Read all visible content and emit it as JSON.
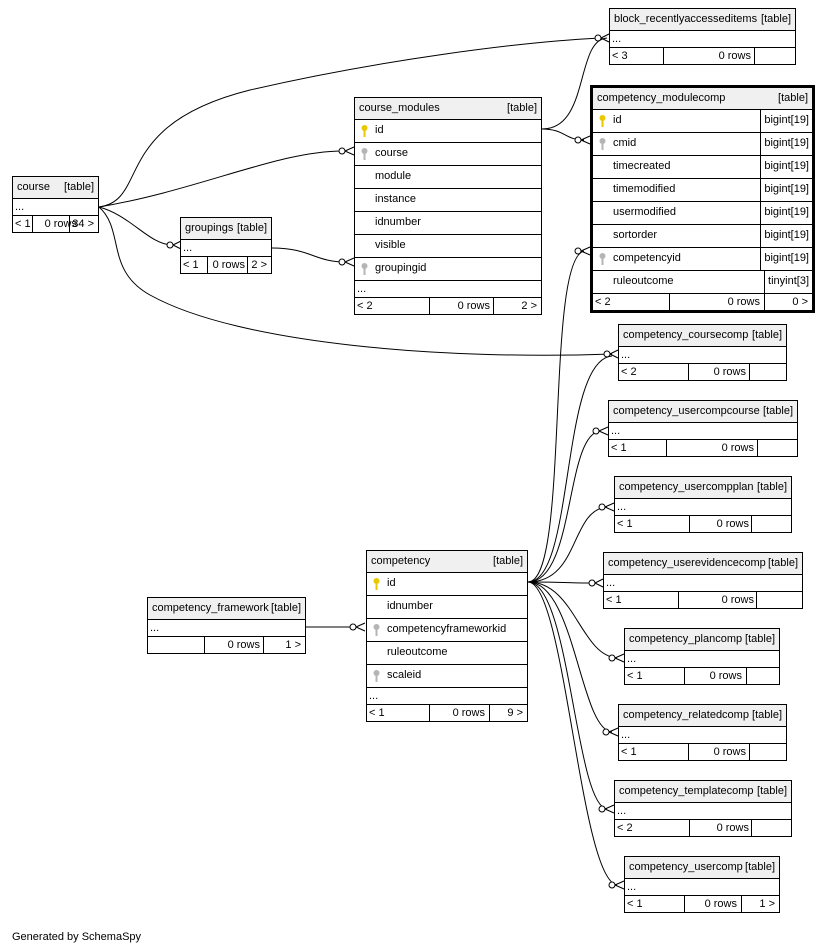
{
  "credit": "Generated by SchemaSpy",
  "tables": {
    "course": {
      "name": "course",
      "type": "[table]",
      "ellipsis": "...",
      "footer": [
        "< 1",
        "0 rows",
        "34 >"
      ]
    },
    "groupings": {
      "name": "groupings",
      "type": "[table]",
      "ellipsis": "...",
      "footer": [
        "< 1",
        "0 rows",
        "2 >"
      ]
    },
    "course_modules": {
      "name": "course_modules",
      "type": "[table]",
      "columns": [
        {
          "name": "id",
          "key": "pk"
        },
        {
          "name": "course",
          "key": "fk"
        },
        {
          "name": "module",
          "key": ""
        },
        {
          "name": "instance",
          "key": ""
        },
        {
          "name": "idnumber",
          "key": ""
        },
        {
          "name": "visible",
          "key": ""
        },
        {
          "name": "groupingid",
          "key": "fk"
        }
      ],
      "ellipsis": "...",
      "footer": [
        "< 2",
        "0 rows",
        "2 >"
      ]
    },
    "block_recentlyaccesseditems": {
      "name": "block_recentlyaccesseditems",
      "type": "[table]",
      "ellipsis": "...",
      "footer": [
        "< 3",
        "0 rows",
        ""
      ]
    },
    "competency_modulecomp": {
      "name": "competency_modulecomp",
      "type": "[table]",
      "columns": [
        {
          "name": "id",
          "key": "pk",
          "datatype": "bigint[19]"
        },
        {
          "name": "cmid",
          "key": "fk",
          "datatype": "bigint[19]"
        },
        {
          "name": "timecreated",
          "key": "",
          "datatype": "bigint[19]"
        },
        {
          "name": "timemodified",
          "key": "",
          "datatype": "bigint[19]"
        },
        {
          "name": "usermodified",
          "key": "",
          "datatype": "bigint[19]"
        },
        {
          "name": "sortorder",
          "key": "",
          "datatype": "bigint[19]"
        },
        {
          "name": "competencyid",
          "key": "fk",
          "datatype": "bigint[19]"
        },
        {
          "name": "ruleoutcome",
          "key": "",
          "datatype": "tinyint[3]"
        }
      ],
      "footer": [
        "< 2",
        "0 rows",
        "0 >"
      ]
    },
    "competency_coursecomp": {
      "name": "competency_coursecomp",
      "type": "[table]",
      "ellipsis": "...",
      "footer": [
        "< 2",
        "0 rows",
        ""
      ]
    },
    "competency_usercompcourse": {
      "name": "competency_usercompcourse",
      "type": "[table]",
      "ellipsis": "...",
      "footer": [
        "< 1",
        "0 rows",
        ""
      ]
    },
    "competency_usercompplan": {
      "name": "competency_usercompplan",
      "type": "[table]",
      "ellipsis": "...",
      "footer": [
        "< 1",
        "0 rows",
        ""
      ]
    },
    "competency_userevidencecomp": {
      "name": "competency_userevidencecomp",
      "type": "[table]",
      "ellipsis": "...",
      "footer": [
        "< 1",
        "0 rows",
        ""
      ]
    },
    "competency_plancomp": {
      "name": "competency_plancomp",
      "type": "[table]",
      "ellipsis": "...",
      "footer": [
        "< 1",
        "0 rows",
        ""
      ]
    },
    "competency_relatedcomp": {
      "name": "competency_relatedcomp",
      "type": "[table]",
      "ellipsis": "...",
      "footer": [
        "< 1",
        "0 rows",
        ""
      ]
    },
    "competency_templatecomp": {
      "name": "competency_templatecomp",
      "type": "[table]",
      "ellipsis": "...",
      "footer": [
        "< 2",
        "0 rows",
        ""
      ]
    },
    "competency_usercomp": {
      "name": "competency_usercomp",
      "type": "[table]",
      "ellipsis": "...",
      "footer": [
        "< 1",
        "0 rows",
        "1 >"
      ]
    },
    "competency_framework": {
      "name": "competency_framework",
      "type": "[table]",
      "ellipsis": "...",
      "footer": [
        "",
        "0 rows",
        "1 >"
      ]
    },
    "competency": {
      "name": "competency",
      "type": "[table]",
      "columns": [
        {
          "name": "id",
          "key": "pk"
        },
        {
          "name": "idnumber",
          "key": ""
        },
        {
          "name": "competencyframeworkid",
          "key": "fk"
        },
        {
          "name": "ruleoutcome",
          "key": ""
        },
        {
          "name": "scaleid",
          "key": "fk"
        }
      ],
      "ellipsis": "...",
      "footer": [
        "< 1",
        "0 rows",
        "9 >"
      ]
    }
  }
}
